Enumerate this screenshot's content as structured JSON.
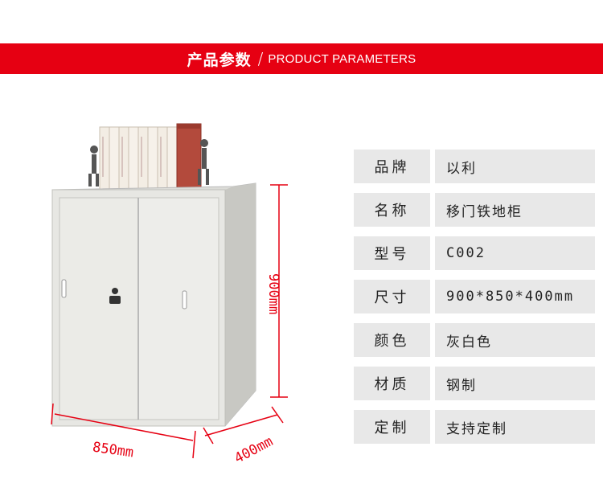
{
  "header": {
    "title_cn": "产品参数",
    "separator": "/",
    "title_en": "PRODUCT PARAMETERS",
    "accent_color": "#e60012"
  },
  "product": {
    "dimensions": {
      "height": "900mm",
      "width": "850mm",
      "depth": "400mm"
    }
  },
  "params": [
    {
      "label": "品牌",
      "value": "以利"
    },
    {
      "label": "名称",
      "value": "移门铁地柜"
    },
    {
      "label": "型号",
      "value": "C002"
    },
    {
      "label": "尺寸",
      "value": "900*850*400mm"
    },
    {
      "label": "颜色",
      "value": "灰白色"
    },
    {
      "label": "材质",
      "value": "钢制"
    },
    {
      "label": "定制",
      "value": "支持定制"
    }
  ]
}
